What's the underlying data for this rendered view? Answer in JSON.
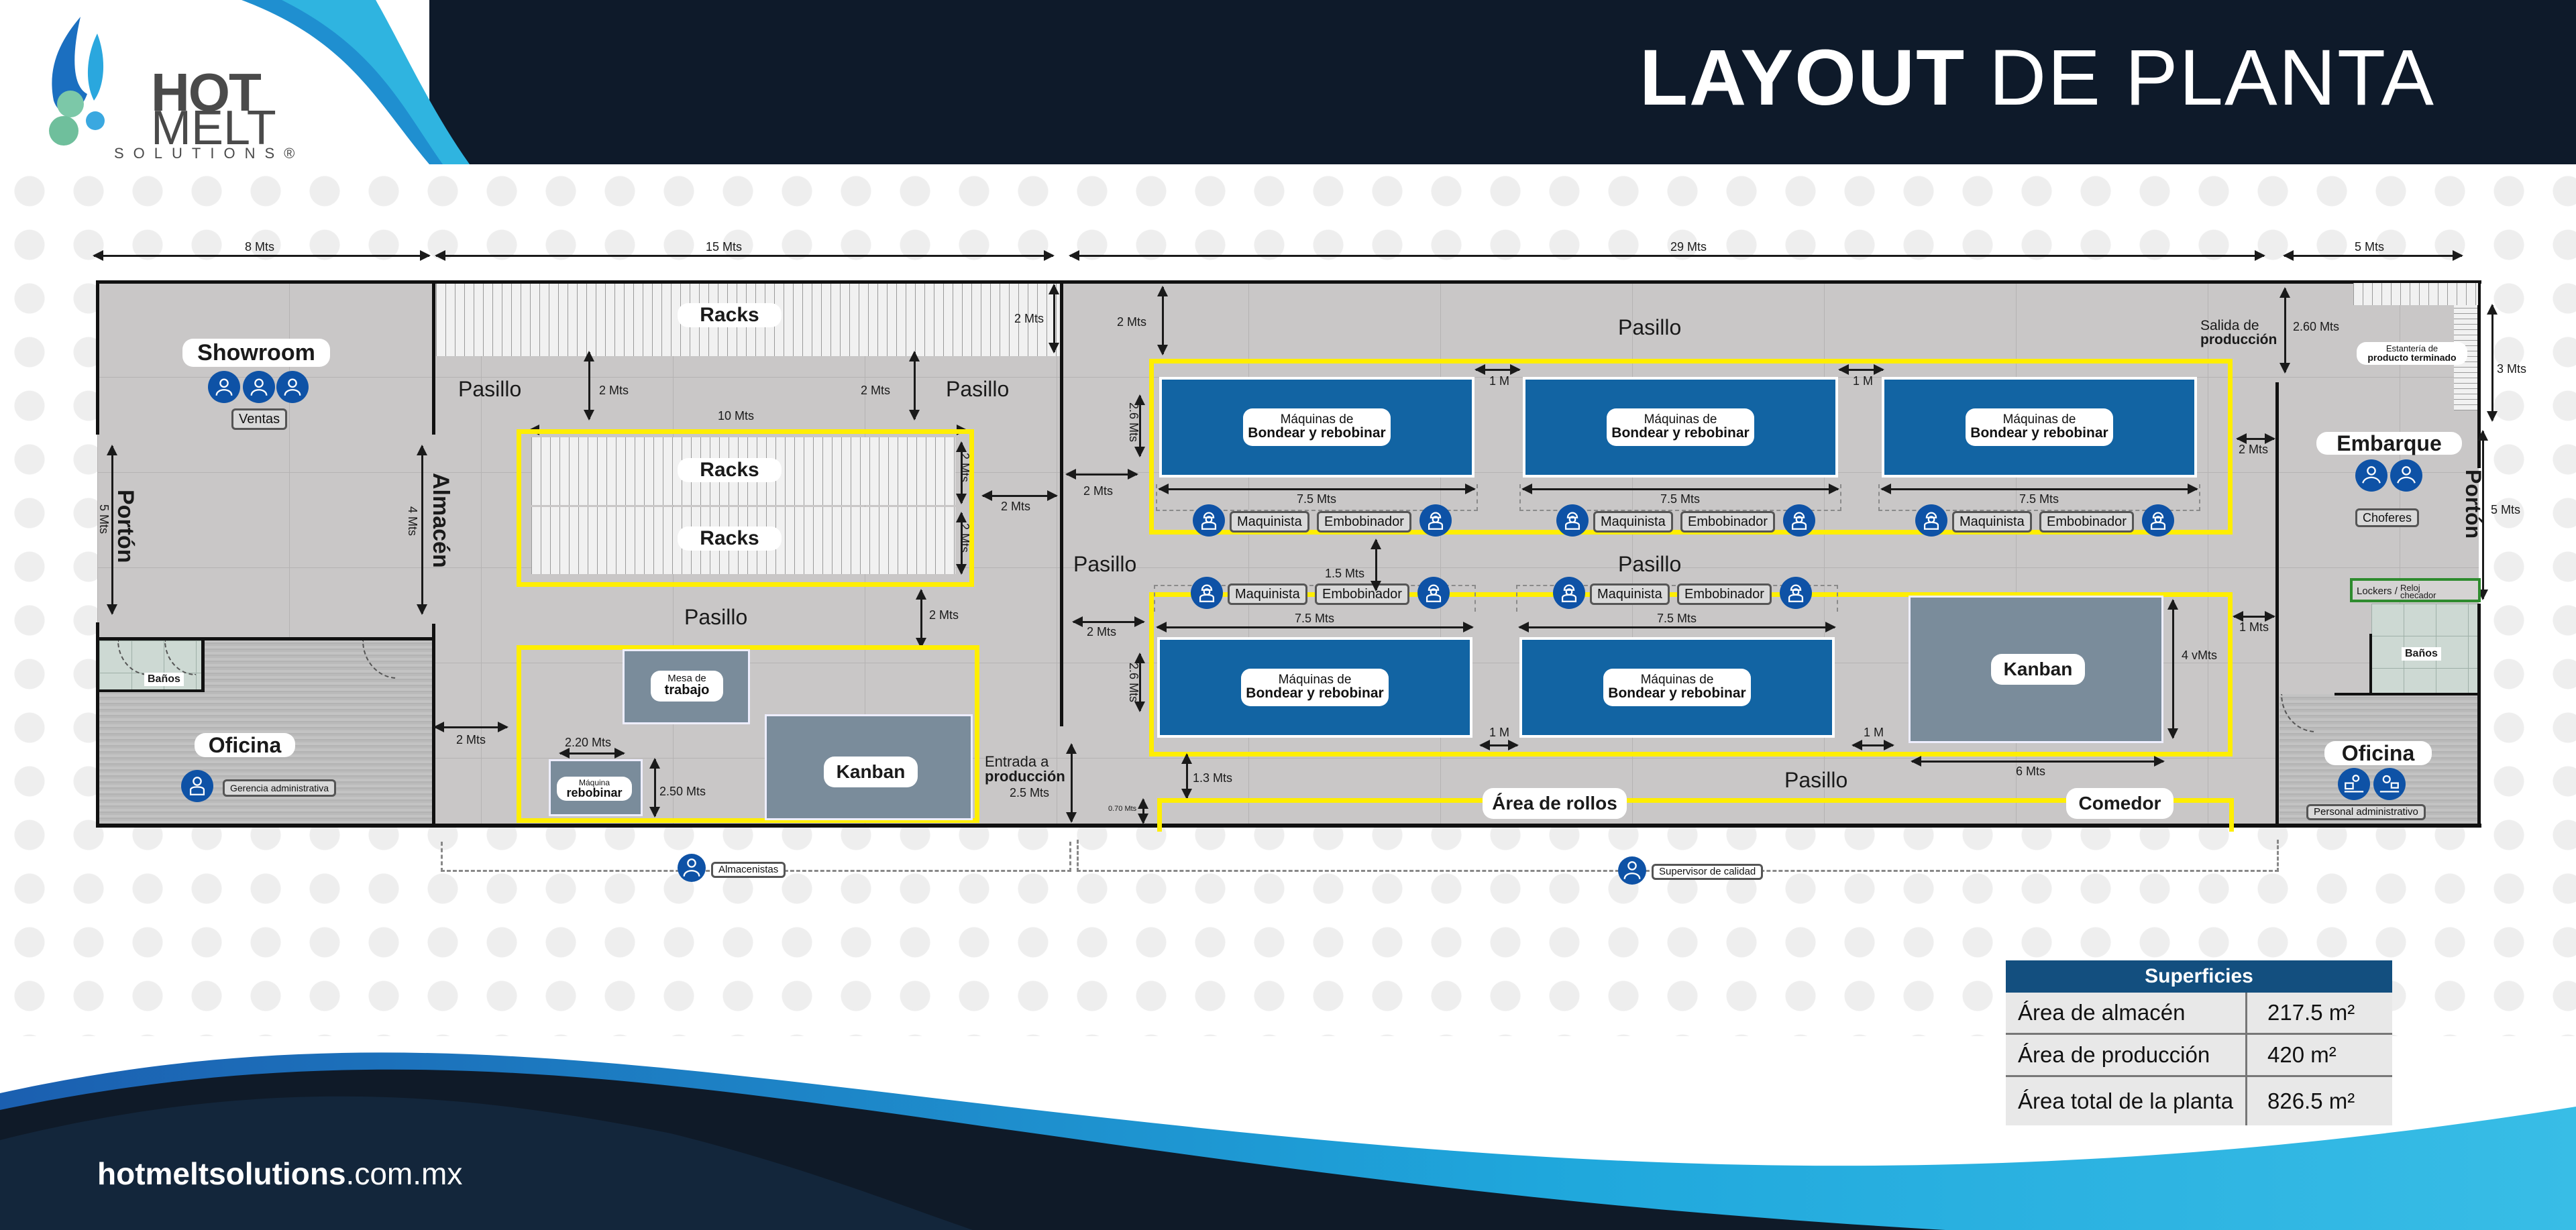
{
  "header": {
    "title_bold": "LAYOUT",
    "title_light": "DE PLANTA",
    "logo": {
      "line1": "HOT",
      "line2": "MELT",
      "line3": "SOLUTIONS®",
      "icon": "flame-molecule-logo-icon"
    }
  },
  "colors": {
    "header_bg": "#0e1a2a",
    "accent_blue": "#1264a3",
    "wave_light": "#2fb4e0",
    "zone_outline": "#ffee00",
    "lockers_outline": "#2e8b2e",
    "person_icon": "#0e52a6",
    "table_header": "#134f7f"
  },
  "dimensions_top": [
    "8 Mts",
    "15 Mts",
    "29 Mts",
    "5 Mts"
  ],
  "showroom": {
    "title": "Showroom",
    "staff_label": "Ventas",
    "staff_count": 3
  },
  "left_wing": {
    "porton": "Portón",
    "porton_dim": "5 Mts",
    "almacen": "Almacén",
    "almacen_dim": "4 Mts",
    "banos": "Baños",
    "oficina": "Oficina",
    "oficina_staff": "Gerencia administrativa"
  },
  "warehouse": {
    "racks_top": "Racks",
    "racks_top_dim": "2 Mts",
    "pasillo_left": "Pasillo",
    "pasillo_right": "Pasillo",
    "pasillo_bottom": "Pasillo",
    "aisle_dim_left": "2 Mts",
    "aisle_dim_right": "2 Mts",
    "racks_block_width": "10 Mts",
    "racks_1": "Racks",
    "racks_2": "Racks",
    "racks_1_dim": "2 Mts",
    "racks_2_dim": "2 Mts",
    "side_dim": "2 Mts",
    "lower_dim": "2 Mts",
    "left_gap_dim": "2 Mts",
    "mesa_l1": "Mesa de",
    "mesa_l2": "trabajo",
    "maquina_width": "2.20 Mts",
    "maquina_height": "2.50 Mts",
    "maquina_l1": "Máquina",
    "maquina_l2": "rebobinar",
    "kanban": "Kanban",
    "entrada_l1": "Entrada a",
    "entrada_l2": "producción",
    "entrada_dim": "2.5 Mts"
  },
  "production": {
    "pasillo_top": "Pasillo",
    "pasillo_mid_left": "Pasillo",
    "pasillo_mid": "Pasillo",
    "pasillo_bottom": "Pasillo",
    "top_aisle_dim": "2 Mts",
    "row_height_dim": "2.6 Mts",
    "left_gap_dim": "2 Mts",
    "mid_aisle_dim": "1.5 Mts",
    "lower_left_gap_dim": "2 Mts",
    "bottom_aisle_dim": "1.3 Mts",
    "rollos_dim": "0.70 Mts",
    "gap_label": "1 M",
    "machine_l1": "Máquinas de",
    "machine_l2": "Bondear y rebobinar",
    "machine_width": "7.5 Mts",
    "operator_1": "Maquinista",
    "operator_2": "Embobinador",
    "kanban": "Kanban",
    "kanban_height": "4 vMts",
    "kanban_width": "6 Mts",
    "right_gap_top": "2 Mts",
    "right_gap_bottom": "1 Mts",
    "rollos": "Área de rollos",
    "comedor": "Comedor",
    "salida_l1": "Salida de",
    "salida_l2": "producción"
  },
  "right_wing": {
    "salida_dim": "2.60 Mts",
    "estanteria_l1": "Estantería de",
    "estanteria_l2": "producto terminado",
    "estanteria_dim": "3 Mts",
    "embarque": "Embarque",
    "embarque_staff": "Choferes",
    "porton": "Portón",
    "porton_dim": "5 Mts",
    "lockers_l1": "Lockers /",
    "lockers_l2": "Reloj",
    "lockers_l3": "checador",
    "banos": "Baños",
    "oficina": "Oficina",
    "oficina_staff": "Personal administrativo"
  },
  "bottom_roles": {
    "almacen": "Almacenistas",
    "produccion": "Supervisor de calidad"
  },
  "superficies": {
    "title": "Superficies",
    "rows": [
      {
        "area": "Área de almacén",
        "value": "217.5 m²"
      },
      {
        "area": "Área de producción",
        "value": "420 m²"
      },
      {
        "area": "Área total de la planta",
        "value": "826.5 m²"
      }
    ]
  },
  "footer": {
    "url_bold": "hotmeltsolutions",
    "url_rest": ".com.mx"
  }
}
